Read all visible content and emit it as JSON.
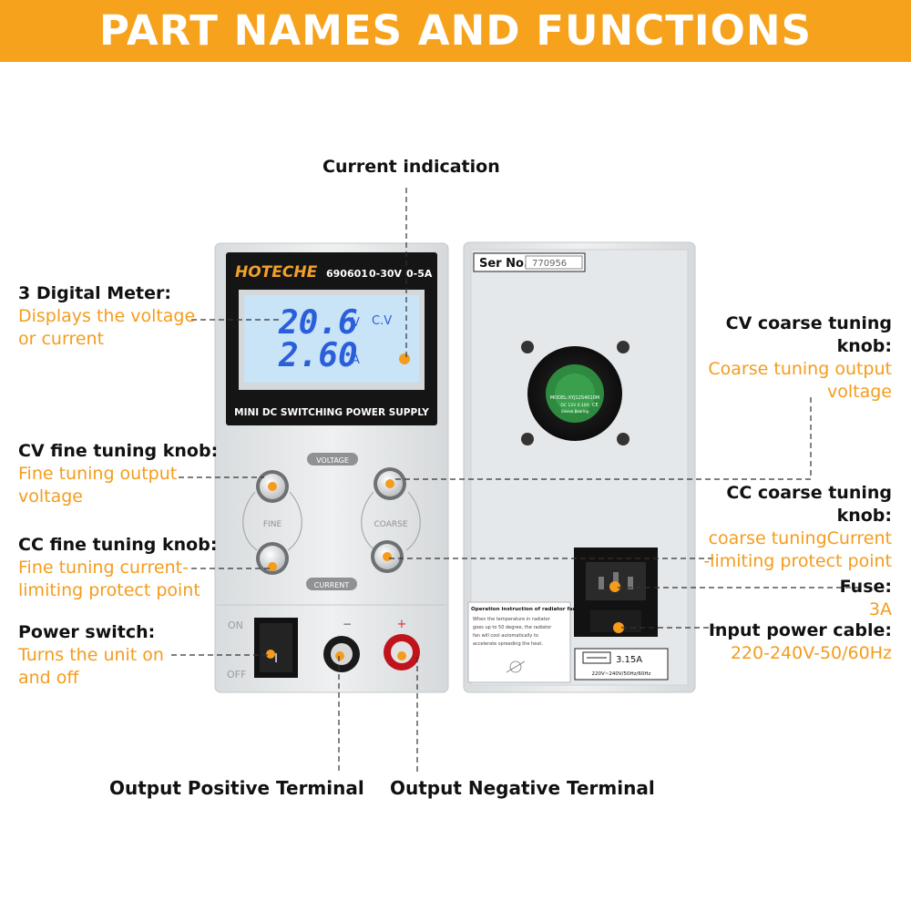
{
  "title": "PART NAMES AND FUNCTIONS",
  "labels": {
    "current_indication": {
      "title": "Current indication"
    },
    "digital_meter": {
      "title": "3 Digital Meter:",
      "desc_line1": "Displays the voltage",
      "desc_line2": "or current"
    },
    "cv_fine": {
      "title": "CV fine tuning knob:",
      "desc_line1": "Fine tuning output",
      "desc_line2": "voltage"
    },
    "cc_fine": {
      "title": "CC fine tuning knob:",
      "desc_line1": "Fine tuning current-",
      "desc_line2": "limiting protect point"
    },
    "power_switch": {
      "title": "Power switch:",
      "desc_line1": "Turns the unit on",
      "desc_line2": "and off"
    },
    "cv_coarse": {
      "title_line1": "CV coarse tuning",
      "title_line2": "knob:",
      "desc_line1": "Coarse tuning output",
      "desc_line2": "voltage"
    },
    "cc_coarse": {
      "title_line1": "CC coarse tuning",
      "title_line2": "knob:",
      "desc_line1": "coarse tuningCurrent",
      "desc_line2": "-limiting protect point"
    },
    "fuse": {
      "title": "Fuse:",
      "desc": "3A"
    },
    "input_power": {
      "title": "Input power cable:",
      "desc": "220-240V-50/60Hz"
    },
    "output_positive": {
      "title": "Output Positive Terminal"
    },
    "output_negative": {
      "title": "Output Negative Terminal"
    }
  },
  "device_front": {
    "brand": "HOTECHE",
    "model": "690601",
    "voltage_range": "0-30V",
    "current_range": "0-5A",
    "display_voltage": "20.6",
    "display_voltage_unit": "V",
    "display_mode": "C.V",
    "display_current": "2.60",
    "display_current_unit": "A",
    "panel_name": "MINI DC SWITCHING POWER SUPPLY",
    "voltage_label": "VOLTAGE",
    "current_label": "CURRENT",
    "fine_label": "FINE",
    "coarse_label": "COARSE",
    "on_label": "ON",
    "off_label": "OFF",
    "switch_mark": "I",
    "minus_mark": "−",
    "plus_mark": "+"
  },
  "device_back": {
    "serial_label": "Ser No.",
    "serial_value": "770956",
    "fan_model": "MODEL:XYJ12S4010M",
    "fan_spec": "DC 12V 0.10A",
    "fan_bearing": "Sleeve Bearing",
    "fan_ce": "CE",
    "notice_title": "Operation instruction of radiator fan",
    "notice_line1": "When the temperature in radiator",
    "notice_line2": "goes up to 50 degree, the radiator",
    "notice_line3": "fan will cool automatically to",
    "notice_line4": "accelerate spreading the heat.",
    "fuse_rating": "3.15A",
    "fuse_spec": "220V~240V/50Hz/60Hz"
  },
  "colors": {
    "accent": "#f7a21c",
    "desc_text": "#f49c1c",
    "lcd_bg": "#c9e3f7",
    "lcd_digits": "#2b5fd9"
  }
}
